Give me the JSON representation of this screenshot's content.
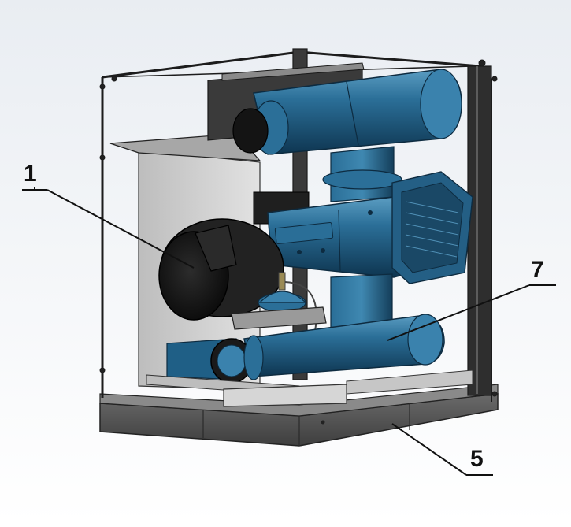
{
  "callouts": {
    "one": "1",
    "seven": "7",
    "five": "5"
  },
  "colors": {
    "background_top": "#eef1f5",
    "background_bottom": "#ffffff",
    "frame": "#2a2a2a",
    "blower_blue": "#1f5f86",
    "blower_blue_light": "#3c86ae",
    "blower_blue_dark": "#10364f",
    "base_gray": "#5a5a5a",
    "panel_gray": "#c9c9c9",
    "silencer_black": "#1a1a1a"
  }
}
